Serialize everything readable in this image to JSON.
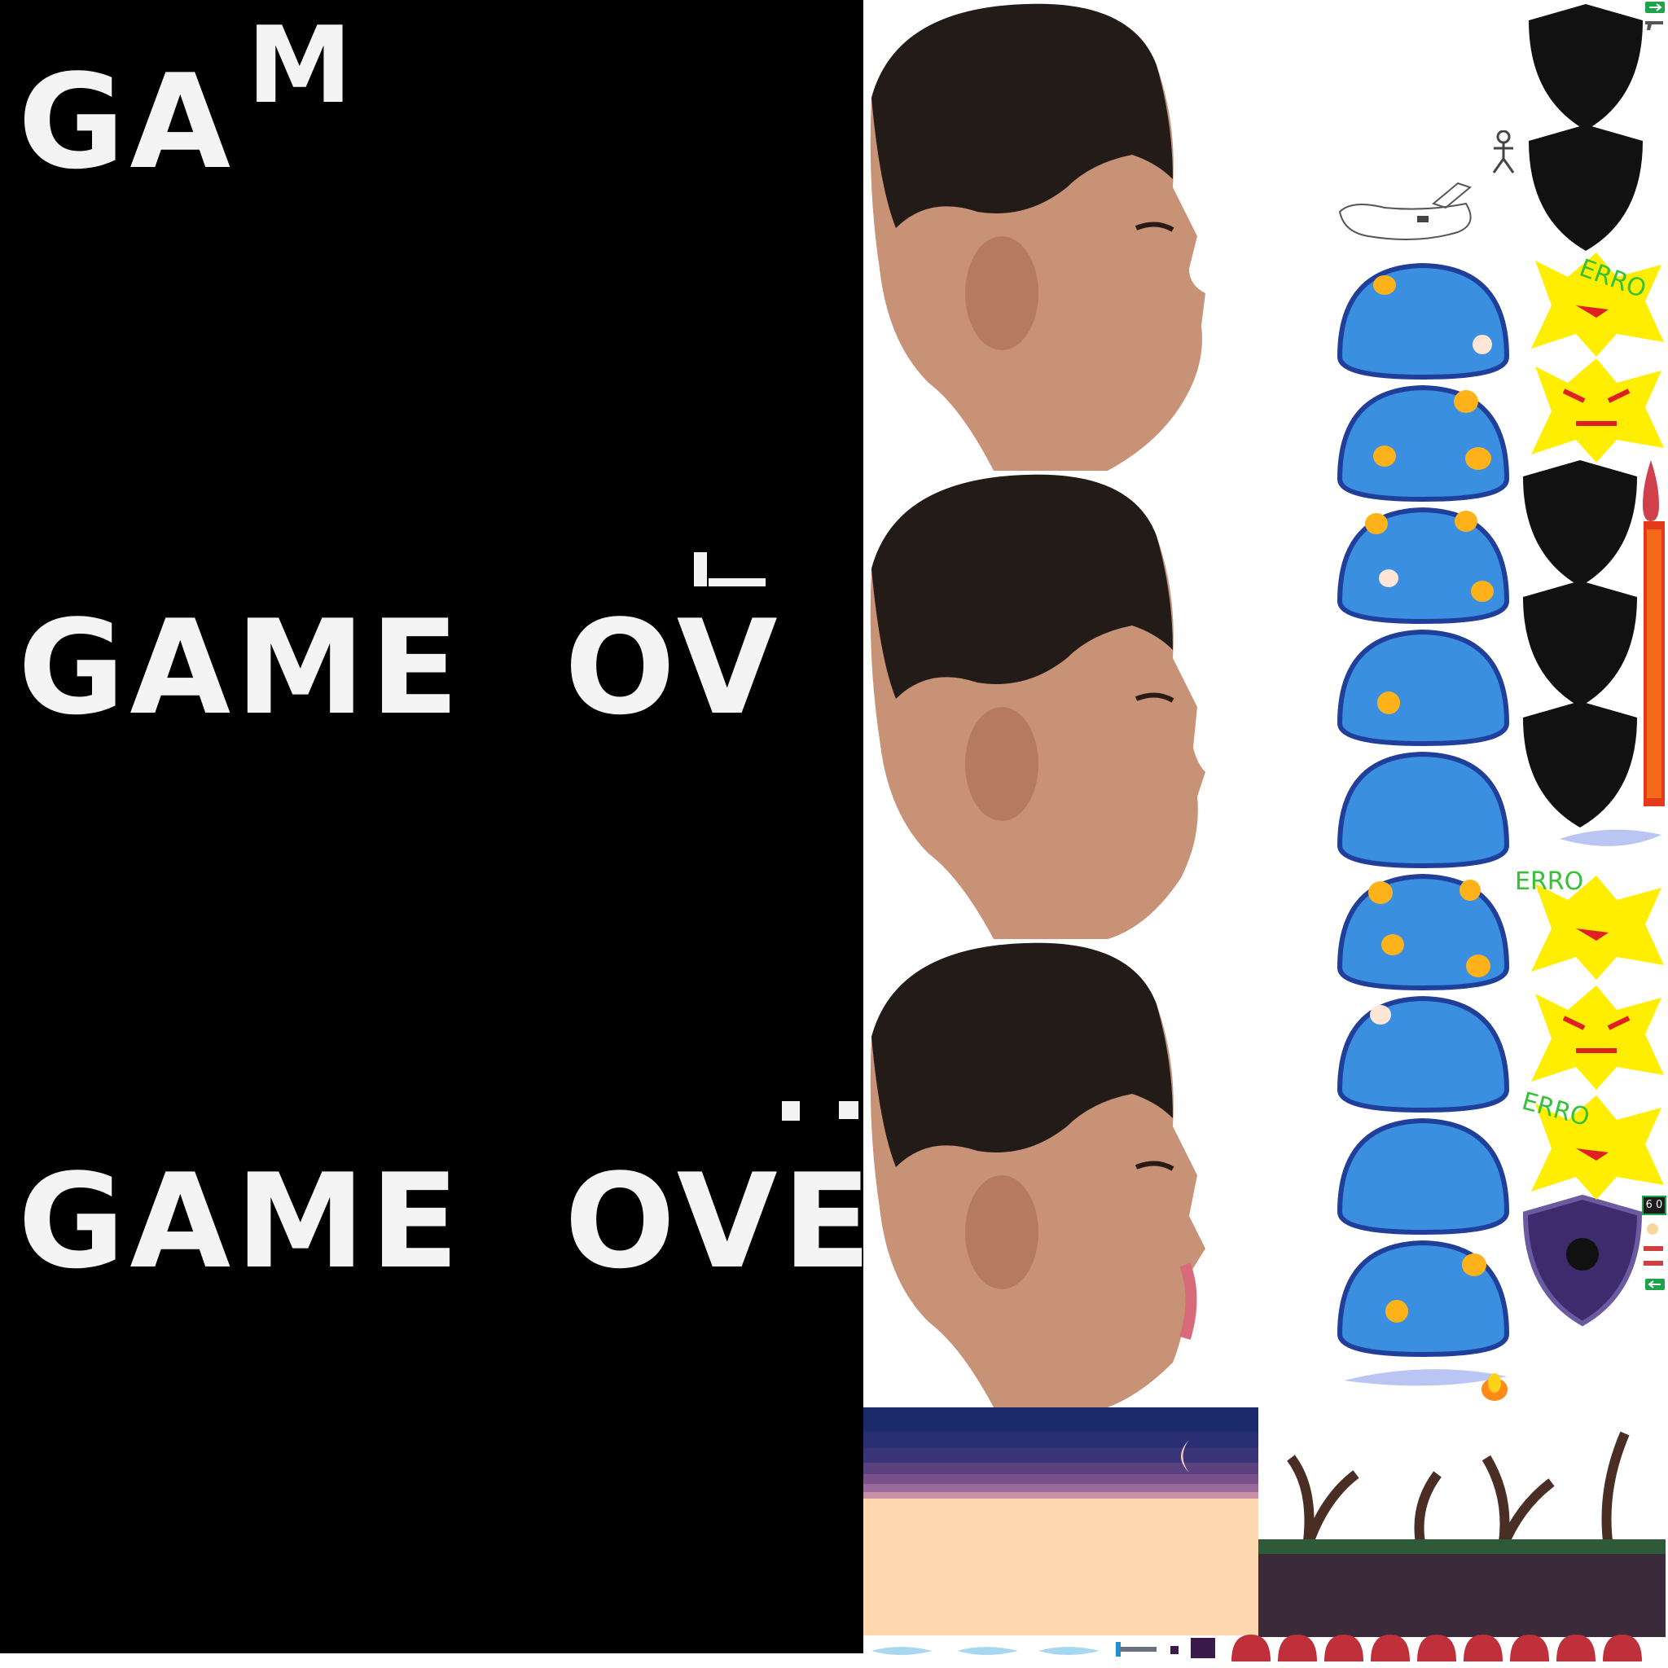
{
  "game_over_frames": [
    {
      "main": "GA",
      "tail": "M"
    },
    {
      "main": "GAME  OV",
      "tail": ""
    },
    {
      "main": "GAME  OVE",
      "tail": ""
    }
  ],
  "labels": {
    "erro_1": "ERRO",
    "erro_2": "ERRO",
    "erro_3": "ERRO",
    "hud_counter": "6 0"
  },
  "colors": {
    "panel_bg": "#000000",
    "text": "#f4f4f4",
    "slime_blue": "#3a8fe0",
    "slime_outline": "#1f3f9a",
    "shield": "#111111",
    "burst_yellow": "#ffee00",
    "erro_green": "#35c235",
    "sky_top": "#1b2a6b",
    "sand": "#ffd8b0",
    "forest_ground": "#3b2a3a"
  },
  "icons": [
    "arrow-right-icon",
    "pistol-icon",
    "arrow-left-icon",
    "moon-icon",
    "sword-icon",
    "stick-figure-icon"
  ]
}
